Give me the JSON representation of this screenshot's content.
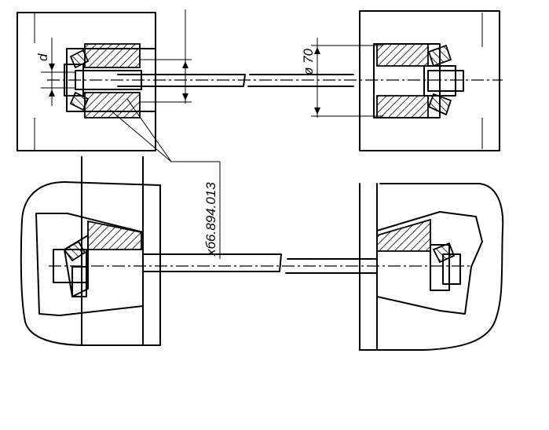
{
  "annotations": {
    "diameter_small": "d",
    "diameter_large": "ø 70",
    "part_number": "хб6.894.013"
  },
  "colors": {
    "ink": "#000000",
    "background": "#ffffff"
  }
}
